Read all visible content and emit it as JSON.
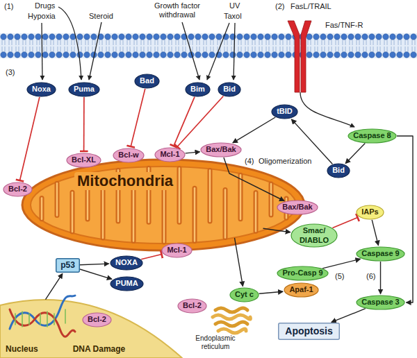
{
  "diagram": {
    "nodes": [
      {
        "text": [
          "Noxa"
        ]
      },
      {
        "text": [
          "Puma"
        ]
      },
      {
        "text": [
          "Bad"
        ]
      },
      {
        "text": [
          "Bim"
        ]
      },
      {
        "text": [
          "Bid"
        ]
      },
      {
        "text": [
          "Bcl-XL"
        ]
      },
      {
        "text": [
          "Bcl-w"
        ]
      },
      {
        "text": [
          "Mcl-1"
        ]
      },
      {
        "text": [
          "Bax/Bak"
        ]
      },
      {
        "text": [
          "tBID"
        ]
      },
      {
        "text": [
          "Caspase 8"
        ]
      },
      {
        "text": [
          "Bcl-2"
        ]
      },
      {
        "text": [
          "Bid"
        ]
      },
      {
        "text": [
          "Mitochondria"
        ]
      },
      {
        "text": [
          "Bax/Bak"
        ]
      },
      {
        "text": [
          "Smac/ DIABLO"
        ]
      },
      {
        "text": [
          "IAPs"
        ]
      },
      {
        "text": [
          "Caspase 9"
        ]
      },
      {
        "text": [
          "p53"
        ]
      },
      {
        "text": [
          "Mcl-1"
        ]
      },
      {
        "text": [
          "NOXA"
        ]
      },
      {
        "text": [
          "PUMA"
        ]
      },
      {
        "text": [
          "Pro-Casp 9"
        ]
      },
      {
        "text": [
          "Apaf-1"
        ]
      },
      {
        "text": [
          "Cyt c"
        ]
      },
      {
        "text": [
          "Caspase 3"
        ]
      },
      {
        "text": [
          "Bcl-2"
        ]
      },
      {
        "text": [
          "Bcl-2"
        ]
      },
      {
        "text": [
          "Apoptosis"
        ]
      },
      {
        "text": [
          "Nucleus",
          "DNA Damage"
        ]
      }
    ],
    "edges": [
      {
        "from": 0,
        "to": 11,
        "arrow": "to"
      },
      {
        "from": 1,
        "to": 5,
        "arrow": "to"
      },
      {
        "from": 2,
        "to": 6,
        "arrow": "to"
      },
      {
        "from": 3,
        "to": 7,
        "arrow": "to"
      },
      {
        "from": 4,
        "to": 7,
        "arrow": "to"
      },
      {
        "from": 7,
        "to": 8,
        "arrow": "to"
      },
      {
        "from": 9,
        "to": 8,
        "arrow": "to"
      },
      {
        "from": 12,
        "to": 9,
        "arrow": "to"
      },
      {
        "from": 10,
        "to": 12,
        "arrow": "to"
      },
      {
        "from": 8,
        "to": 14,
        "arrow": "to"
      },
      {
        "from": 13,
        "to": 15,
        "arrow": "to"
      },
      {
        "from": 13,
        "to": 24,
        "arrow": "to"
      },
      {
        "from": 15,
        "to": 16,
        "arrow": "to"
      },
      {
        "from": 16,
        "to": 17,
        "arrow": "to"
      },
      {
        "from": 24,
        "to": 23,
        "arrow": "to"
      },
      {
        "from": 22,
        "to": 17,
        "arrow": "to"
      },
      {
        "from": 17,
        "to": 25,
        "arrow": "to"
      },
      {
        "from": 10,
        "to": 25,
        "arrow": "to"
      },
      {
        "from": 25,
        "to": 28,
        "arrow": "to"
      },
      {
        "from": 29,
        "to": 18,
        "arrow": "to"
      },
      {
        "from": 18,
        "to": 20,
        "arrow": "to"
      },
      {
        "from": 18,
        "to": 21,
        "arrow": "to"
      },
      {
        "from": 20,
        "to": 19,
        "arrow": "to"
      }
    ],
    "labels": [
      "(1)",
      "Drugs",
      "Hypoxia",
      "Steroid",
      "Growth factor withdrawal",
      "UV",
      "Taxol",
      "(2)",
      "FasL/TRAIL",
      "Fas/TNF-R",
      "(3)",
      "(4)",
      "Oligomerization",
      "(5)",
      "(6)",
      "Endoplasmic reticulum"
    ]
  }
}
